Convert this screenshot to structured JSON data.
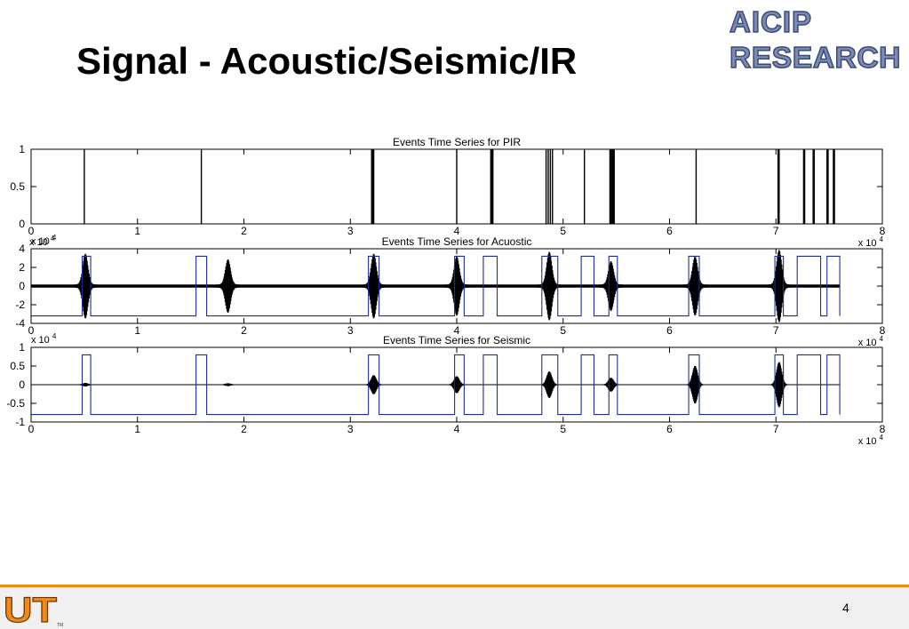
{
  "slide": {
    "title": "Signal - Acoustic/Seismic/IR",
    "logo_line1": "AICIP",
    "logo_line2": "RESEARCH",
    "ut_logo_mark": "UT",
    "trademark": "TM",
    "page_number": "4"
  },
  "colors": {
    "signal": "#000000",
    "event_gate": "#1f2f8f",
    "accent_orange": "#f28a18",
    "logo_blue": "#5b6b9a"
  },
  "chart_data": [
    {
      "type": "line",
      "title": "Events Time Series for PIR",
      "xlim": [
        0,
        80000
      ],
      "ylim": [
        0,
        1
      ],
      "x_ticks": [
        "0",
        "1",
        "2",
        "3",
        "4",
        "5",
        "6",
        "7",
        "8"
      ],
      "y_ticks": [
        "0",
        "0.5",
        "1"
      ],
      "x_multiplier": "x 10",
      "x_multiplier_exp": "4",
      "pulses": [
        5000,
        16000,
        32000,
        32100,
        32200,
        40000,
        43200,
        43300,
        43400,
        48400,
        48600,
        48800,
        49000,
        52000,
        54400,
        54500,
        54600,
        54700,
        54800,
        62500,
        70200,
        70300,
        72600,
        72700,
        73500,
        73600,
        74800,
        74900,
        75400,
        75500
      ]
    },
    {
      "type": "line",
      "title": "Events Time Series for Acuostic",
      "xlim": [
        0,
        80000
      ],
      "ylim": [
        -40000,
        40000
      ],
      "x_ticks": [
        "0",
        "1",
        "2",
        "3",
        "4",
        "5",
        "6",
        "7",
        "8"
      ],
      "y_ticks": [
        "-4",
        "-2",
        "0",
        "2",
        "4"
      ],
      "y_multiplier": "x 10",
      "y_multiplier_exp": "4",
      "x_multiplier": "x 10",
      "x_multiplier_exp": "4",
      "signal_span": [
        0,
        76000
      ],
      "bursts": [
        {
          "x": 5100,
          "amp": 33000
        },
        {
          "x": 18500,
          "amp": 27000
        },
        {
          "x": 32200,
          "amp": 33000
        },
        {
          "x": 40000,
          "amp": 30000
        },
        {
          "x": 48700,
          "amp": 35000
        },
        {
          "x": 54500,
          "amp": 25000
        },
        {
          "x": 62400,
          "amp": 30000
        },
        {
          "x": 70300,
          "amp": 37000
        }
      ],
      "gates": [
        [
          4800,
          5600
        ],
        [
          15500,
          16500
        ],
        [
          31700,
          32700
        ],
        [
          39800,
          40700
        ],
        [
          42500,
          43800
        ],
        [
          48000,
          49500
        ],
        [
          51700,
          52900
        ],
        [
          54300,
          55100
        ],
        [
          61800,
          62800
        ],
        [
          69900,
          70700
        ],
        [
          72000,
          74200
        ],
        [
          74800,
          76000
        ]
      ]
    },
    {
      "type": "line",
      "title": "Events Time Series for Seismic",
      "xlim": [
        0,
        80000
      ],
      "ylim": [
        -1,
        1
      ],
      "x_ticks": [
        "0",
        "1",
        "2",
        "3",
        "4",
        "5",
        "6",
        "7",
        "8"
      ],
      "y_ticks": [
        "-1",
        "-0.5",
        "0",
        "0.5",
        "1"
      ],
      "x_multiplier": "x 10",
      "x_multiplier_exp": "4",
      "x_multiplier_top": "x 10",
      "x_multiplier_top_exp": "4",
      "signal_span": [
        0,
        76000
      ],
      "bursts": [
        {
          "x": 5100,
          "amp": 0.04
        },
        {
          "x": 18500,
          "amp": 0.03
        },
        {
          "x": 32200,
          "amp": 0.25
        },
        {
          "x": 40000,
          "amp": 0.22
        },
        {
          "x": 48700,
          "amp": 0.35
        },
        {
          "x": 54500,
          "amp": 0.18
        },
        {
          "x": 62400,
          "amp": 0.5
        },
        {
          "x": 70300,
          "amp": 0.6
        }
      ],
      "gates": [
        [
          4800,
          5600
        ],
        [
          15500,
          16500
        ],
        [
          31700,
          32700
        ],
        [
          39800,
          40700
        ],
        [
          42500,
          43800
        ],
        [
          48000,
          49500
        ],
        [
          51700,
          52900
        ],
        [
          54300,
          55100
        ],
        [
          61800,
          62800
        ],
        [
          69900,
          70700
        ],
        [
          72000,
          74200
        ],
        [
          74800,
          76000
        ]
      ]
    }
  ]
}
